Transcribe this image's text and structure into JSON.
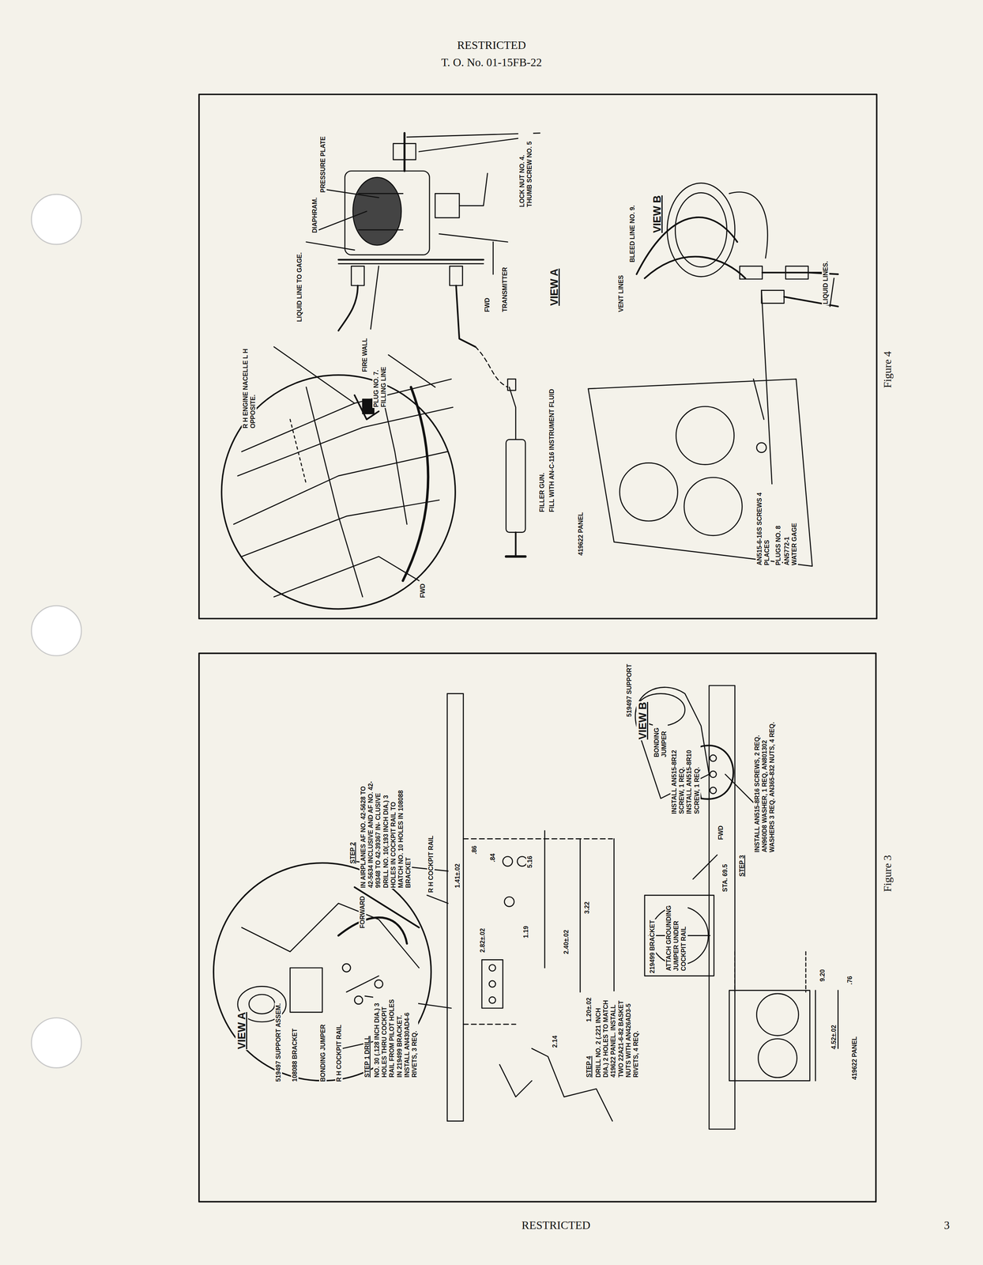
{
  "diagram": {
    "labels": [
      "RESTRICTED",
      "T. O. No. 01-15FB-22",
      "RESTRICTED",
      "3",
      "R H ENGINE NACELLE L H OPPOSITE.",
      "LIQUID LINE TO GAGE.",
      "DIAPHRAM.",
      "PRESSURE PLATE",
      "FIRE WALL",
      "PLUG NO. 7. FILLING LINE",
      "FWD",
      "FWD",
      "TRANSMITTER",
      "LOCK NUT NO. 4. THUMB SCREW NO. 5",
      "VIEW A",
      "FILLER GUN.",
      "FILL WITH AN-C-116 INSTRUMENT FLUID",
      "BLEED LINE NO. 9.",
      "VENT LINES",
      "VIEW B",
      "419622 PANEL",
      "LIQUID LINES.",
      "AN515-6-16S SCREWS 4 PLACES",
      "PLUGS NO. 8",
      "AN5772-1 WATER GAGE",
      "Figure 4",
      "VIEW A",
      "519497 SUPPORT ASSEM.",
      "108088 BRACKET",
      "BONDING JUMPER",
      "R H COCKPIT RAIL",
      "FORWARD",
      "STEP 2",
      "IN AIRPLANES AF NO. 42-5628 TO 42-5634 INCLUSIVE AND AF NO. 42-99348 TO 42-39367 IN- CLUSIVE DRILL NO. 10(.193 INCH DIA.) 3 HOLES IN COCKPIT RAIL TO MATCH NO. 10 HOLES IN 108088 BRACKET",
      "R H COCKPIT RAIL",
      "STEP 1 DRILL",
      "NO. 30 (.128 INCH DIA.) 3 HOLES THRU COCKPIT RAIL FROM PILOT HOLES IN 219499 BRACKET. INSTALL AN430AD4-6 RIVETS, 3 REQ.",
      "1.41±.02",
      ".86",
      "2.82±.02",
      ".84",
      "1.19",
      "5.16",
      "2.40±.02",
      "3.22",
      "2.14",
      "STEP 4",
      "1.20±.02",
      "DRILL NO. 2 (.221 INCH DIA.) 2 HOLES TO MATCH 419622 PANEL. INSTALL TWO 22A21-6-82 BASKET NUTS WITH AN426AD3-5 RIVETS, 4 REQ.",
      "519497 SUPPORT",
      "VIEW B",
      "BONDING JUMPER",
      "INSTALL AN515-8R12 SCREW, 1 REQ. INSTALL AN515-8R10 SCREW, 1 REQ.",
      "219499 BRACKET",
      "ATTACH GROUNDING JUMPER UNDER COCKPIT RAIL",
      "FWD",
      "STA. 69.5",
      "STEP 3",
      "INSTALL AN515-8R16 SCREWS, 2 REQ. AN960D8 WASHER, 1 REQ, AN801302 WASHERS 3 REQ. AN365-832 NUTS, 4 REQ.",
      "9.20",
      "4.52±.02",
      ".76",
      "419622 PANEL",
      "Figure 3"
    ]
  }
}
